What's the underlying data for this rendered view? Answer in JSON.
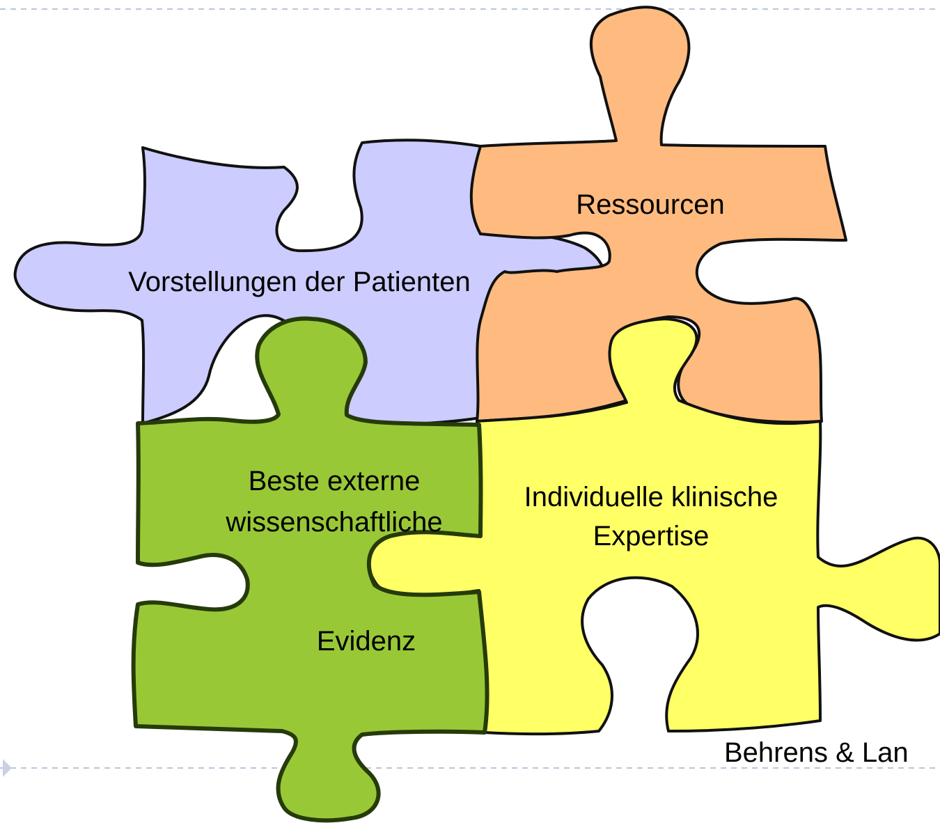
{
  "colors": {
    "patients": "#ccccff",
    "resources": "#ffbb7f",
    "expertise": "#ffff66",
    "evidence": "#99c837",
    "evidence_outline": "#263b0a",
    "guide_lines": "#9fb3cf"
  },
  "pieces": {
    "patients": {
      "label": "Vorstellungen der Patienten"
    },
    "resources": {
      "label": "Ressourcen"
    },
    "expertise": {
      "label_line1": "Individuelle klinische",
      "label_line2": "Expertise"
    },
    "evidence": {
      "label_line1": "Beste externe",
      "label_line2": "wissenschaftliche",
      "label_line3": "Evidenz"
    }
  },
  "citation": "Behrens & Lan"
}
